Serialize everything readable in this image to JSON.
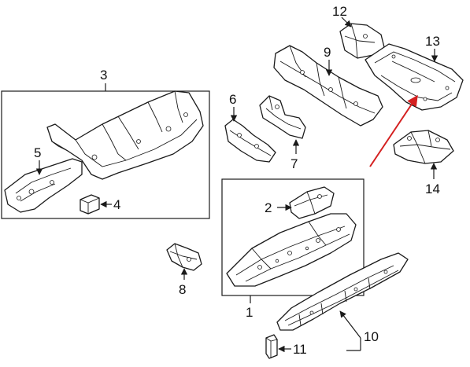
{
  "callouts": {
    "c1": "1",
    "c2": "2",
    "c3": "3",
    "c4": "4",
    "c5": "5",
    "c6": "6",
    "c7": "7",
    "c8": "8",
    "c9": "9",
    "c10": "10",
    "c11": "11",
    "c12": "12",
    "c13": "13",
    "c14": "14"
  },
  "colors": {
    "line": "#1a1a1a",
    "background": "#ffffff",
    "highlight_arrow": "#d42020"
  }
}
